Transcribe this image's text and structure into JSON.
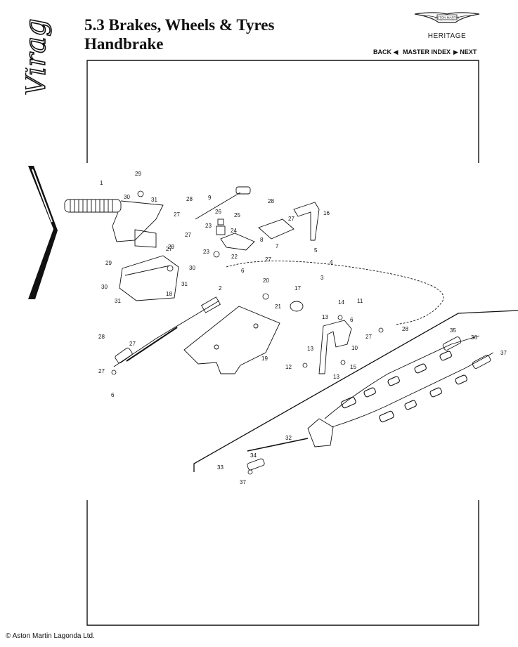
{
  "header": {
    "title_line1": "5.3 Brakes, Wheels & Tyres",
    "title_line2": "Handbrake",
    "brand_logo_text": "ASTON MARTIN",
    "brand_subtitle": "HERITAGE",
    "side_logo_text": "Virage"
  },
  "nav": {
    "back": "BACK ◀",
    "master_index": "MASTER INDEX",
    "next": "▶ NEXT"
  },
  "diagram": {
    "callouts": [
      "1",
      "29",
      "30",
      "31",
      "28",
      "27",
      "9",
      "26",
      "25",
      "24",
      "23",
      "22",
      "8",
      "28",
      "27",
      "16",
      "7",
      "27",
      "6",
      "5",
      "4",
      "3",
      "29",
      "30",
      "31",
      "18",
      "29",
      "30",
      "31",
      "2",
      "20",
      "21",
      "17",
      "14",
      "11",
      "13",
      "6",
      "28",
      "27",
      "10",
      "13",
      "12",
      "13",
      "15",
      "19",
      "28",
      "27",
      "27",
      "6",
      "35",
      "36",
      "37",
      "32",
      "34",
      "33",
      "37",
      "23",
      "27",
      "27"
    ]
  },
  "footer": {
    "copyright": "© Aston Martin Lagonda Ltd."
  }
}
